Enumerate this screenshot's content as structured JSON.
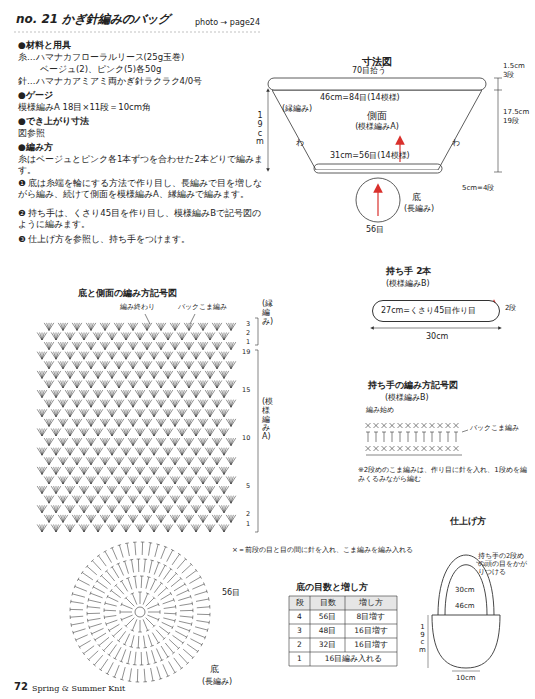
{
  "diagram": {
    "title": "no. 21 かぎ針編みのバッグ",
    "nodes": [
      {
        "text": [
          "側面",
          "(模様編みA)"
        ]
      },
      {
        "text": [
          "27cm=くさり45目作り目"
        ]
      }
    ],
    "labels": [
      "photo → page24",
      "●材料と用具",
      "糸…ハマナカフローラルリース(25g玉巻)",
      "ベージュ(2)、ピンク(5)各50g",
      "針…ハマナカアミアミ両かぎ針ラクラク4/0号",
      "●ゲージ",
      "模様編みA 18目×11段＝10cm角",
      "●でき上がり寸法",
      "図参照",
      "●編み方",
      "糸はベージュとピンク各1本ずつを合わせた2本どりで編みます。",
      "❶ 底は糸端を輪にする方法で作り目し、長編みで目を増しながら編み、続けて側面を模様編みA、縁編みで編みます。",
      "❷ 持ち手は、くさり45目を作り目し、模様編みBで記号図のように編みます。",
      "❸ 仕上げ方を参照し、持ち手をつけます。",
      "寸法図",
      "70目拾う",
      "46cm=84目(14模様)",
      "(縁編み)",
      "わ",
      "わ",
      "31cm=56目(14模様)",
      "底",
      "(長編み)",
      "56目",
      "19cm",
      "1.5cm 3段",
      "17.5cm 19段",
      "5cm=4段",
      "持ち手 2本",
      "(模様編みB)",
      "2段",
      "30cm",
      "持ち手の編み方記号図",
      "(模様編みB)",
      "編み始め",
      "バックこま編み",
      "※2段めのこま編みは、作り目に針を入れ、1段めを編みくるみながら編む",
      "底と側面の編み方記号図",
      "編み終わり",
      "バックこま編み",
      "(縁編み)",
      "(模様編みA)",
      "3",
      "2",
      "1",
      "19",
      "15",
      "10",
      "5",
      "2",
      "1",
      "×＝前段の目と目の間に針を入れ、こま編みを編み入れる",
      "56目",
      "底",
      "(長編み)",
      "底の目数と増し方",
      "段",
      "目数",
      "増し方",
      "4",
      "56目",
      "8目増す",
      "3",
      "48目",
      "16目増す",
      "2",
      "32目",
      "16目増す",
      "1",
      "16目編み入れる",
      "仕上げ方",
      "持ち手の2段めの頭の目をかがりつける",
      "30cm",
      "46cm",
      "19cm",
      "10cm",
      "72",
      "Spring & Summer Knit"
    ]
  }
}
